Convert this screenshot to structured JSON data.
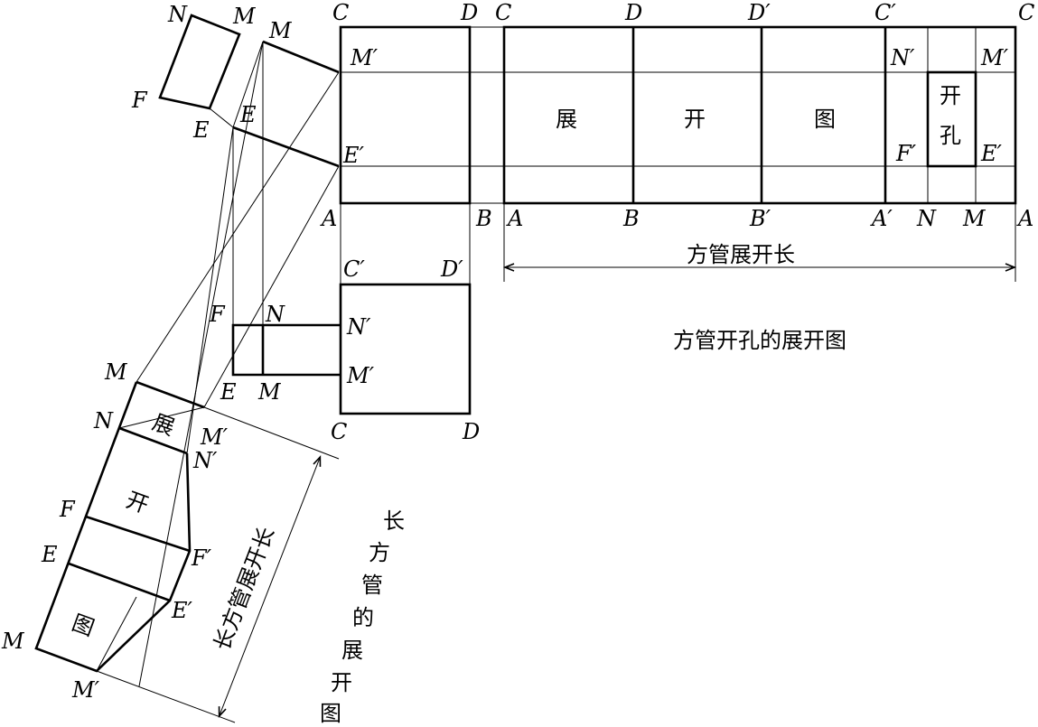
{
  "labels": {
    "tl_N": "N",
    "tl_M1": "M",
    "tl_M2": "M",
    "tl_F": "F",
    "tl_E1": "E",
    "tl_E2": "E",
    "v_C": "C",
    "v_Mp": "M′",
    "v_Ep": "E′",
    "v_A": "A",
    "v_D": "D",
    "v_B": "B",
    "v_Cp": "C′",
    "v_Dp": "D′",
    "v_F": "F",
    "v_N": "N",
    "v_Np": "N′",
    "v_Mp2": "M′",
    "v_E": "E",
    "v_M": "M",
    "v_C2": "C",
    "v_D2": "D",
    "u_C1": "C",
    "u_D1": "D",
    "u_Dp": "D′",
    "u_Cp": "C′",
    "u_C2": "C",
    "u_A1": "A",
    "u_B1": "B",
    "u_Bp": "B′",
    "u_Ap": "A′",
    "u_N": "N",
    "u_M": "M",
    "u_A2": "A",
    "u_Np": "N′",
    "u_Mp": "M′",
    "u_Fp": "F′",
    "u_Ep": "E′",
    "s_M": "M",
    "s_N": "N",
    "s_F": "F",
    "s_E": "E",
    "s_M2": "M",
    "s_Mp": "M′",
    "s_Np": "N′",
    "s_Fp": "F′",
    "s_Ep": "E′",
    "s_Mp2": "M′"
  },
  "text": {
    "unroll_zhan": "展",
    "unroll_kai": "开",
    "unroll_tu": "图",
    "hole_kai": "开",
    "hole_kong": "孔",
    "dim_top": "方管展开长",
    "caption": "方管开孔的展开图",
    "slant_zhan": "展",
    "slant_kai": "开",
    "slant_tu": "图",
    "dim_slant": "长方管展开长",
    "vertical_caption": [
      "长",
      "方",
      "管",
      "的",
      "展",
      "开",
      "图"
    ]
  }
}
